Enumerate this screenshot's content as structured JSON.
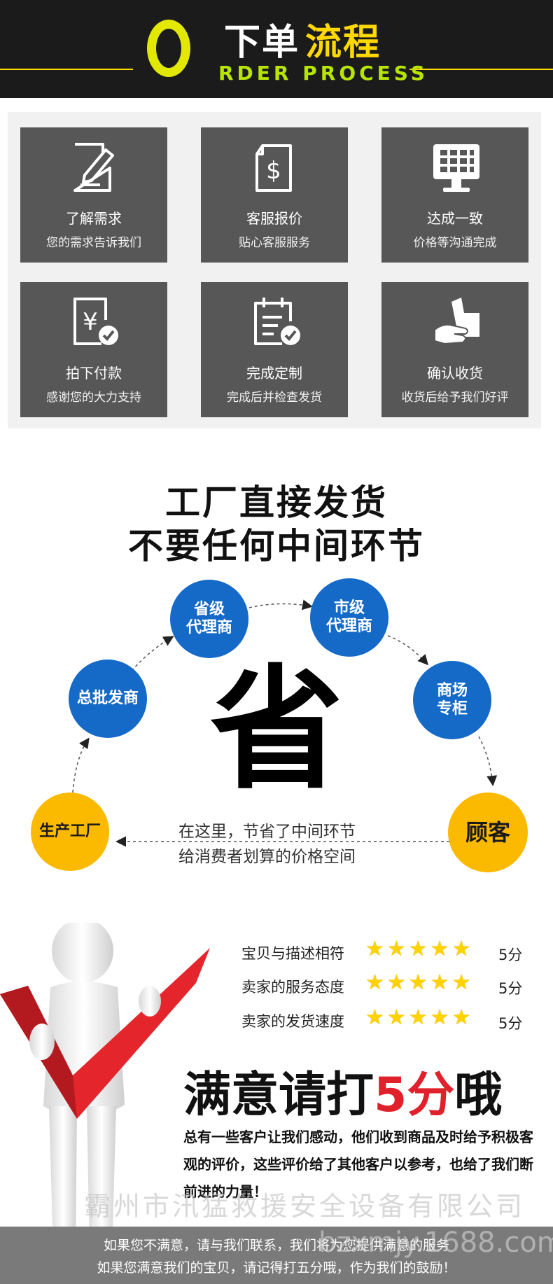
{
  "header": {
    "letter": "O",
    "title_white": "下单",
    "title_yellow": "流程",
    "subtitle": "RDER PROCESS"
  },
  "steps": [
    {
      "title": "了解需求",
      "sub": "您的需求告诉我们",
      "icon": "edit-document-icon"
    },
    {
      "title": "客服报价",
      "sub": "贴心客服服务",
      "icon": "dollar-document-icon"
    },
    {
      "title": "达成一致",
      "sub": "价格等沟通完成",
      "icon": "computer-monitor-icon"
    },
    {
      "title": "拍下付款",
      "sub": "感谢您的大力支持",
      "icon": "yen-check-icon"
    },
    {
      "title": "完成定制",
      "sub": "完成后并检查发货",
      "icon": "calendar-check-icon"
    },
    {
      "title": "确认收货",
      "sub": "收货后给予我们好评",
      "icon": "hand-box-icon"
    }
  ],
  "headline": {
    "line1": "工厂直接发货",
    "line2": "不要任何中间环节"
  },
  "flow": {
    "factory": "生产工厂",
    "wholesaler": "总批发商",
    "province_1": "省级",
    "province_2": "代理商",
    "city_1": "市级",
    "city_2": "代理商",
    "mall_1": "商场",
    "mall_2": "专柜",
    "customer": "顾客",
    "center_char": "省",
    "note_1": "在这里，节省了中间环节",
    "note_2": "给消费者划算的价格空间"
  },
  "ratings": [
    {
      "label": "宝贝与描述相符",
      "stars": "★★★★★",
      "score": "5分"
    },
    {
      "label": "卖家的服务态度",
      "stars": "★★★★★",
      "score": "5分"
    },
    {
      "label": "卖家的发货速度",
      "stars": "★★★★★",
      "score": "5分"
    }
  ],
  "satisfy": {
    "pre": "满意请打",
    "red": "5分",
    "post": "哦"
  },
  "paragraph": "总有一些客户让我们感动，他们收到商品及时给予积极客观的评价，这些评价给了其他客户以参考，也给了我们断前进的力量！",
  "watermark": "霸州市汛猛救援安全设备有限公司",
  "watermark_2": "bzxmjy.1688.com",
  "footer": {
    "line1": "如果您不满意，请与我们联系，我们将为您提供满意的服务",
    "line2": "如果您满意我们的宝贝，请记得打五分哦，作为我们的鼓励！"
  },
  "colors": {
    "header_bg": "#1b1b1b",
    "accent_yellow": "#ffd800",
    "step_bg": "#575757",
    "blue": "#1569c7",
    "orange": "#fbb900",
    "red": "#e0202a"
  }
}
